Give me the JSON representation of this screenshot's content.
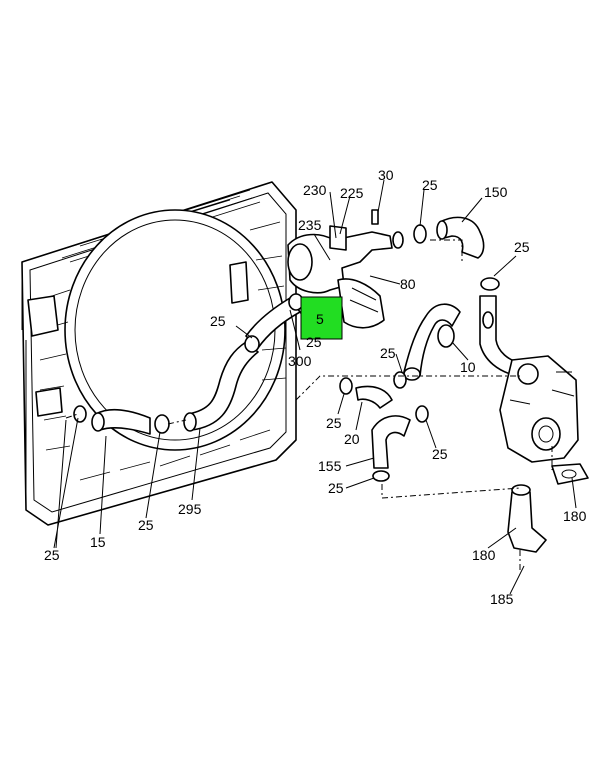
{
  "highlight": {
    "label": "5",
    "color": "#22dd22"
  },
  "callouts": {
    "l230": "230",
    "l225": "225",
    "l30": "30",
    "l25a": "25",
    "l150": "150",
    "l235": "235",
    "l25b": "25",
    "l80": "80",
    "l25c": "25",
    "l25d": "25",
    "l300": "300",
    "l25e": "25",
    "l10": "10",
    "l25f": "25",
    "l20": "20",
    "l155": "155",
    "l25g": "25",
    "l25h": "25",
    "l180a": "180",
    "l180b": "180",
    "l185": "185",
    "l295": "295",
    "l25i": "25",
    "l15": "15",
    "l25j": "25"
  }
}
